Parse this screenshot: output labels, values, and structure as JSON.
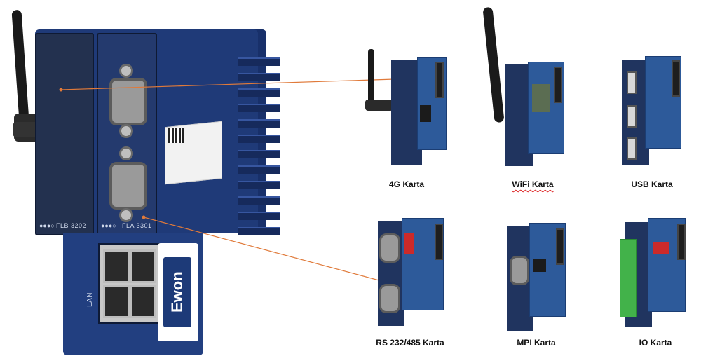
{
  "router": {
    "slot_left_label": "FLB 3202",
    "slot_mid_label": "FLA 3301",
    "brand": "Ewon",
    "lan_label": "LAN"
  },
  "cards": [
    {
      "id": "4g",
      "label": "4G Karta"
    },
    {
      "id": "wifi",
      "label": "WiFi Karta"
    },
    {
      "id": "usb",
      "label": "USB Karta"
    },
    {
      "id": "rs232",
      "label": "RS 232/485 Karta"
    },
    {
      "id": "mpi",
      "label": "MPI Karta"
    },
    {
      "id": "io",
      "label": "IO Karta"
    }
  ],
  "colors": {
    "device_blue": "#1f3a78",
    "pcb_blue": "#2d5a9a",
    "connector_line": "#e07a3a"
  }
}
